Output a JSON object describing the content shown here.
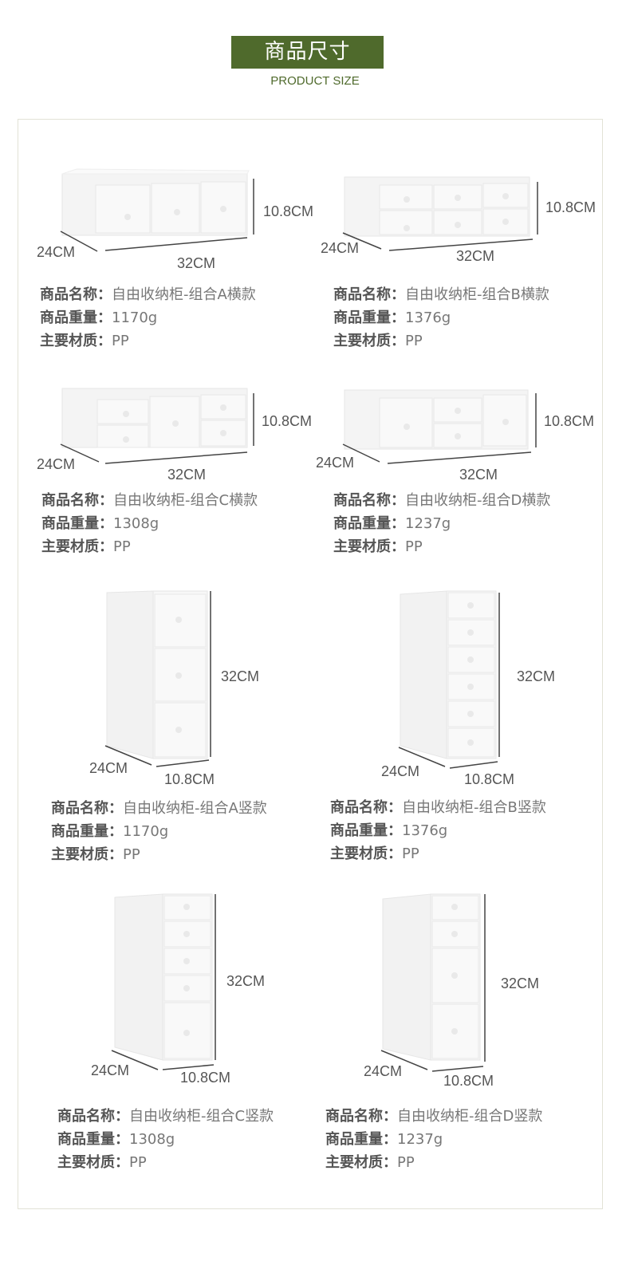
{
  "header": {
    "title": "商品尺寸",
    "subtitle": "PRODUCT SIZE"
  },
  "colors": {
    "accent": "#4f6a2c",
    "frame_border": "#e2e2d6"
  },
  "labels": {
    "name": "商品名称：",
    "weight": "商品重量：",
    "material": "主要材质："
  },
  "products": [
    {
      "name": "自由收纳柜-组合A横款",
      "weight": "1170g",
      "material": "PP",
      "height": "10.8CM",
      "depth": "24CM",
      "width": "32CM"
    },
    {
      "name": "自由收纳柜-组合B横款",
      "weight": "1376g",
      "material": "PP",
      "height": "10.8CM",
      "depth": "24CM",
      "width": "32CM"
    },
    {
      "name": "自由收纳柜-组合C横款",
      "weight": "1308g",
      "material": "PP",
      "height": "10.8CM",
      "depth": "24CM",
      "width": "32CM"
    },
    {
      "name": "自由收纳柜-组合D横款",
      "weight": "1237g",
      "material": "PP",
      "height": "10.8CM",
      "depth": "24CM",
      "width": "32CM"
    },
    {
      "name": "自由收纳柜-组合A竖款",
      "weight": "1170g",
      "material": "PP",
      "height": "32CM",
      "depth": "24CM",
      "width": "10.8CM"
    },
    {
      "name": "自由收纳柜-组合B竖款",
      "weight": "1376g",
      "material": "PP",
      "height": "32CM",
      "depth": "24CM",
      "width": "10.8CM"
    },
    {
      "name": "自由收纳柜-组合C竖款",
      "weight": "1308g",
      "material": "PP",
      "height": "32CM",
      "depth": "24CM",
      "width": "10.8CM"
    },
    {
      "name": "自由收纳柜-组合D竖款",
      "weight": "1237g",
      "material": "PP",
      "height": "32CM",
      "depth": "24CM",
      "width": "10.8CM"
    }
  ]
}
